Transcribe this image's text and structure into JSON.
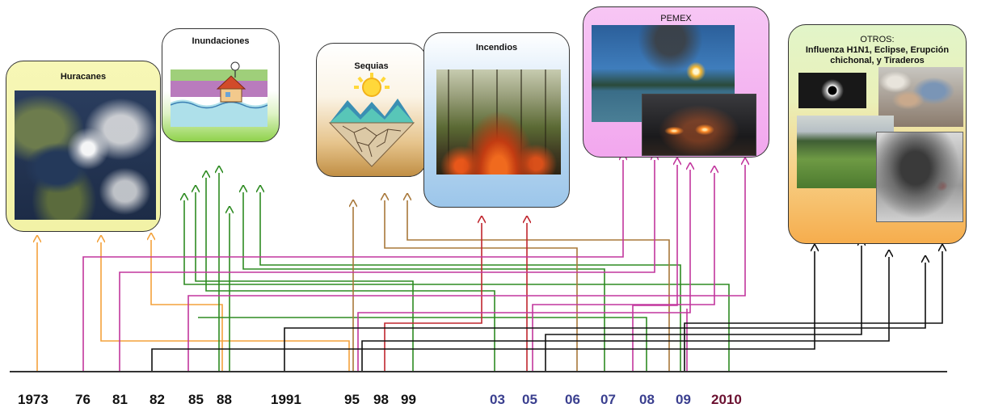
{
  "colors": {
    "hurricanes": "#f3a23c",
    "floods": "#2e8b22",
    "droughts": "#a8783a",
    "fires": "#c0262e",
    "pemex": "#c2369d",
    "others": "#111111",
    "year_dark": "#111111",
    "year_blue": "#3a3f8f",
    "year_maroon": "#6b1030"
  },
  "categories": {
    "hurricanes": {
      "title": "Huracanes",
      "image": "satellite-hurricane-image"
    },
    "floods": {
      "title": "Inundaciones",
      "image": "flooded-house-image"
    },
    "droughts": {
      "title": "Sequias",
      "image": "cracked-earth-image"
    },
    "fires": {
      "title": "Incendios",
      "image": "forest-fire-image"
    },
    "pemex": {
      "title": "PEMEX",
      "image": "refinery-flare-image"
    },
    "others": {
      "title": "OTROS:",
      "subtitle_line1": "Influenza H1N1, Eclipse, Erupción",
      "subtitle_line2": "chichonal, y  Tiraderos",
      "image": "collage-image"
    }
  },
  "timeline": {
    "years": [
      {
        "label": "1973",
        "color": "dark"
      },
      {
        "label": "76",
        "color": "dark"
      },
      {
        "label": "81",
        "color": "dark"
      },
      {
        "label": "82",
        "color": "dark"
      },
      {
        "label": "85",
        "color": "dark"
      },
      {
        "label": "88",
        "color": "dark"
      },
      {
        "label": "1991",
        "color": "dark"
      },
      {
        "label": "95",
        "color": "dark"
      },
      {
        "label": "98",
        "color": "dark"
      },
      {
        "label": "99",
        "color": "dark"
      },
      {
        "label": "03",
        "color": "blue"
      },
      {
        "label": "05",
        "color": "blue"
      },
      {
        "label": "06",
        "color": "blue"
      },
      {
        "label": "07",
        "color": "blue"
      },
      {
        "label": "08",
        "color": "blue"
      },
      {
        "label": "09",
        "color": "blue"
      },
      {
        "label": "2010",
        "color": "maroon"
      }
    ]
  }
}
